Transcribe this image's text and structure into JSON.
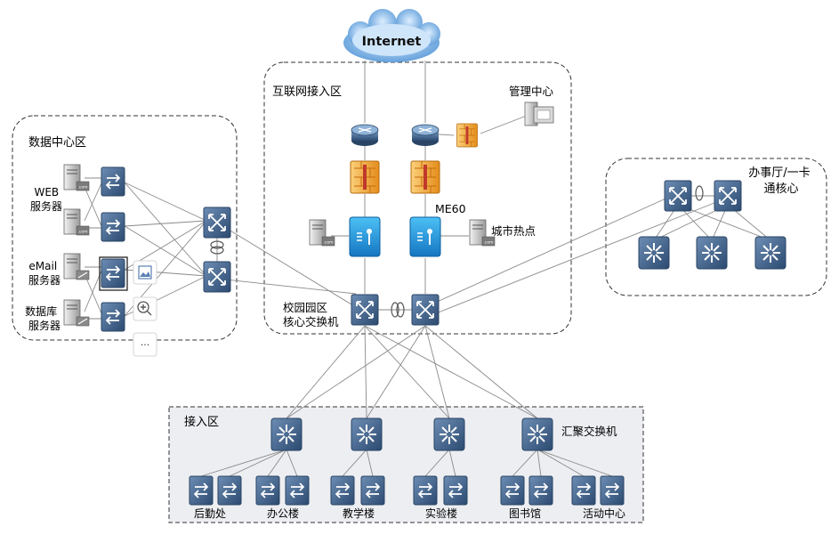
{
  "colors": {
    "switch_fill": "#3f5f86",
    "switch_dark": "#2a4465",
    "firewall": "#f2a93b",
    "me60": "#1f8fd6",
    "cloud": "#6aa8e0",
    "zone_border": "#333333",
    "access_bg": "#eceef1",
    "link": "#8a8a8a"
  },
  "cloud": {
    "label": "Internet",
    "icon": "cloud-icon"
  },
  "zones": {
    "internet_access": "互联网接入区",
    "data_center": "数据中心区",
    "office": "办事厅/一卡\n通核心",
    "access": "接入区"
  },
  "labels": {
    "mgmt": "管理中心",
    "me60": "ME60",
    "city_hotspot": "城市热点",
    "campus_core": "校园园区\n核心交换机",
    "web_server": "WEB\n服务器",
    "email_server": "eMail\n服务器",
    "db_server": "数据库\n服务器",
    "aggregation": "汇聚交换机",
    "server_tag": ".com"
  },
  "buildings": [
    "后勤处",
    "办公楼",
    "教学楼",
    "实验楼",
    "图书馆",
    "活动中心"
  ],
  "toolbar": {
    "more_label": "···"
  },
  "icons": {
    "router": "router-icon",
    "firewall": "firewall-icon",
    "me60": "me60-device-icon",
    "server": "server-icon",
    "core_switch": "core-switch-icon",
    "l2_switch": "access-switch-icon",
    "aggregation_switch": "aggregation-switch-icon",
    "image": "image-icon",
    "zoom": "zoom-in-icon"
  }
}
